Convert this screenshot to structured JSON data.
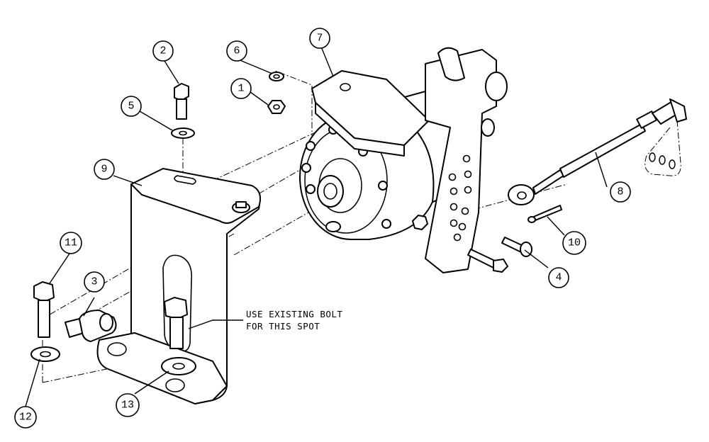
{
  "balloons": [
    "1",
    "2",
    "3",
    "4",
    "5",
    "6",
    "7",
    "8",
    "9",
    "10",
    "11",
    "12",
    "13"
  ],
  "note": {
    "line1": "USE EXISTING BOLT",
    "line2": "FOR THIS SPOT"
  }
}
